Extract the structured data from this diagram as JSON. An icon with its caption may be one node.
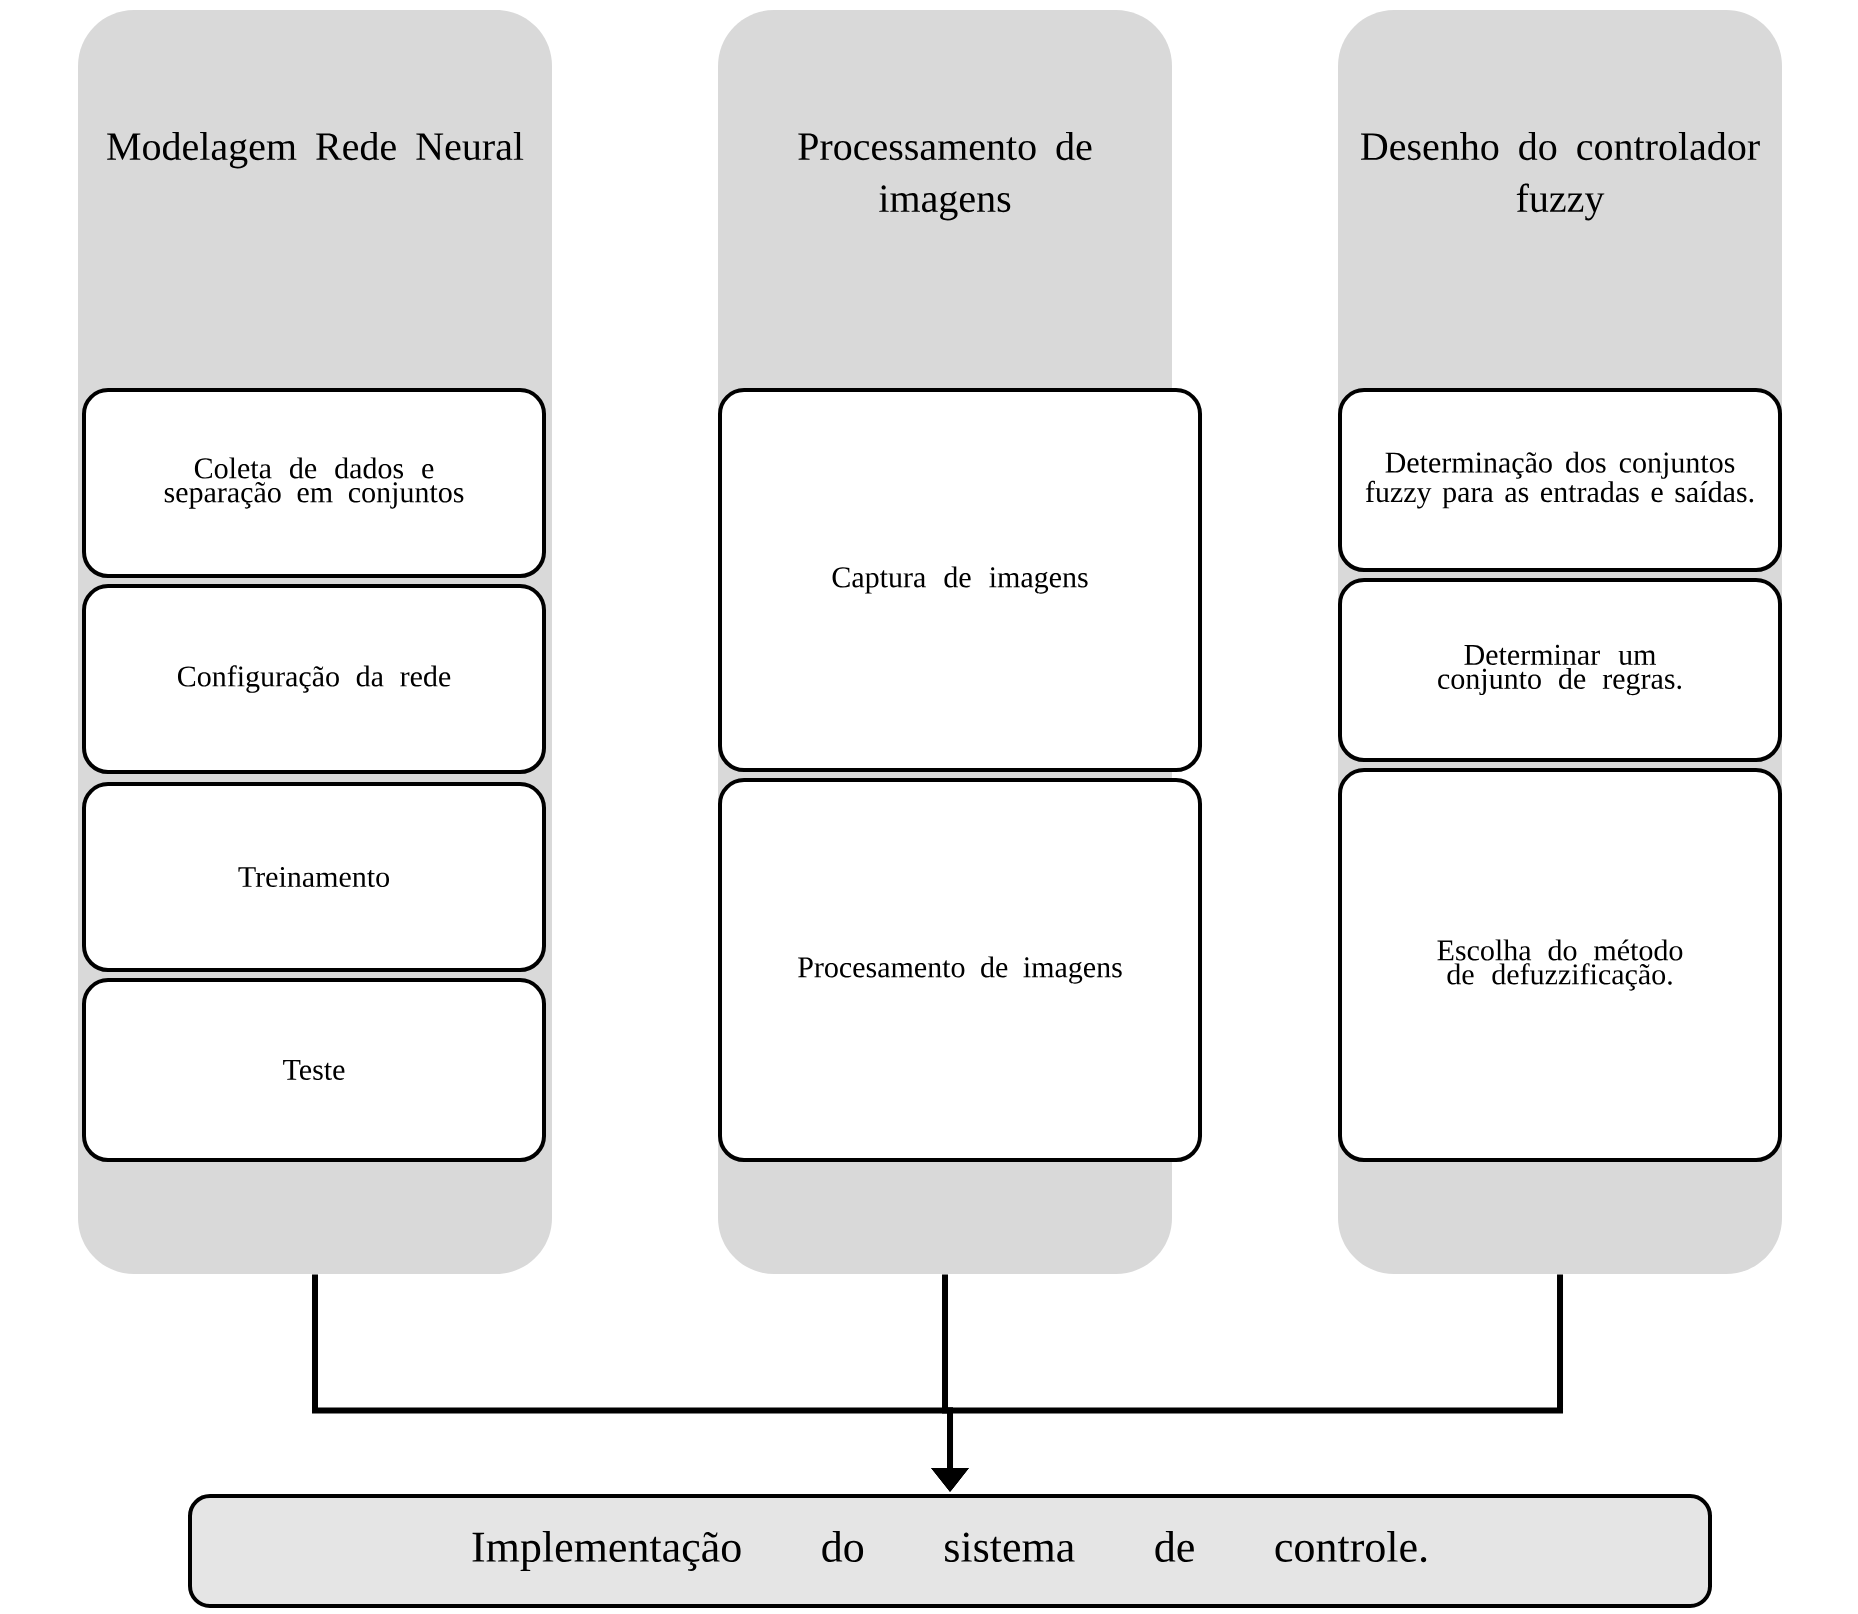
{
  "diagram": {
    "nodes": [
      {
        "text": [
          "Modelagem Rede Neural"
        ]
      },
      {
        "text": [
          "Coleta de dados e separação em conjuntos"
        ],
        "in": 0
      },
      {
        "text": [
          "Configuração da rede"
        ],
        "in": 0
      },
      {
        "text": [
          "Treinamento"
        ],
        "in": 0
      },
      {
        "text": [
          "Teste"
        ],
        "in": 0
      },
      {
        "text": [
          "Processamento de imagens"
        ]
      },
      {
        "text": [
          "Captura de imagens"
        ],
        "in": 5
      },
      {
        "text": [
          "Procesamento de imagens"
        ],
        "in": 5
      },
      {
        "text": [
          "Desenho do controlador fuzzy"
        ]
      },
      {
        "text": [
          "Determinação dos conjuntos fuzzy para as entradas e saídas."
        ],
        "in": 8
      },
      {
        "text": [
          "Determinar um conjunto de regras."
        ],
        "in": 8
      },
      {
        "text": [
          "Escolha do método de defuzzificação."
        ],
        "in": 8
      },
      {
        "text": [
          "Implementação do sistema de controle."
        ]
      }
    ],
    "edges": [
      {
        "from": 0,
        "to": 12,
        "arrow": "to"
      },
      {
        "from": 5,
        "to": 12,
        "arrow": "to"
      },
      {
        "from": 8,
        "to": 12,
        "arrow": "to"
      }
    ]
  }
}
